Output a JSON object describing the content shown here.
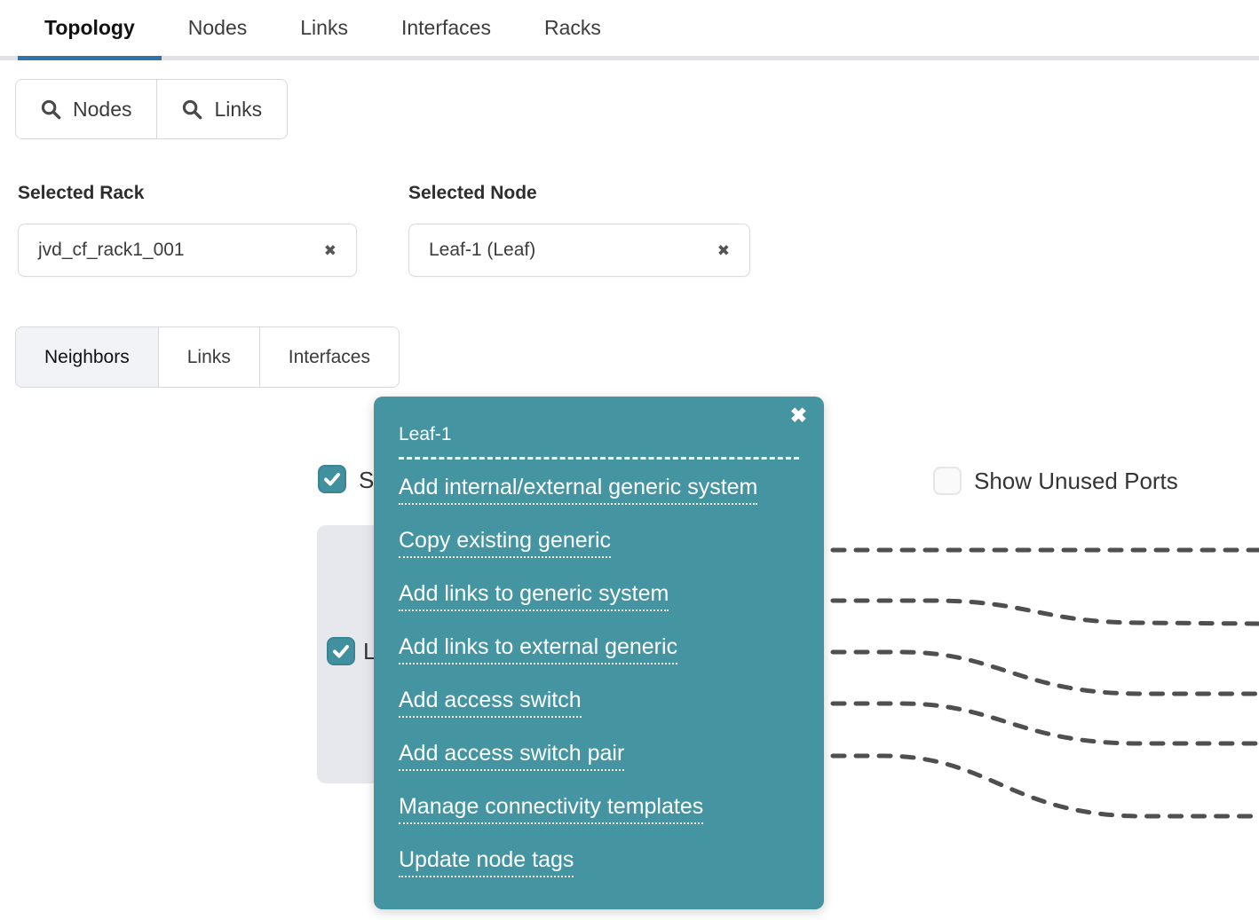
{
  "colors": {
    "accent_blue": "#2e73ac",
    "teal": "#4494a1",
    "link_line_gray": "#4f4f4f",
    "node_box_bg": "#e7e8ee"
  },
  "header": {
    "tabs": [
      {
        "label": "Topology",
        "active": true
      },
      {
        "label": "Nodes",
        "active": false
      },
      {
        "label": "Links",
        "active": false
      },
      {
        "label": "Interfaces",
        "active": false
      },
      {
        "label": "Racks",
        "active": false
      }
    ]
  },
  "search_buttons": {
    "nodes_label": "Nodes",
    "links_label": "Links"
  },
  "filters": {
    "rack": {
      "label": "Selected Rack",
      "value": "jvd_cf_rack1_001",
      "clear_icon": "✖"
    },
    "node": {
      "label": "Selected Node",
      "value": "Leaf-1 (Leaf)",
      "clear_icon": "✖"
    }
  },
  "view_tabs": [
    {
      "label": "Neighbors",
      "active": true
    },
    {
      "label": "Links",
      "active": false
    },
    {
      "label": "Interfaces",
      "active": false
    }
  ],
  "canvas": {
    "show_links_checkbox": {
      "visible_label": "S",
      "checked": true
    },
    "show_unused_ports": {
      "label": "Show Unused Ports",
      "checked": false
    },
    "node_card": {
      "visible_label": "L",
      "checked": true
    }
  },
  "context_menu": {
    "title": "Leaf-1",
    "close_icon": "✖",
    "items": [
      "Add internal/external generic system",
      "Copy existing generic",
      "Add links to generic system",
      "Add links to external generic",
      "Add access switch",
      "Add access switch pair",
      "Manage connectivity templates",
      "Update node tags"
    ]
  }
}
